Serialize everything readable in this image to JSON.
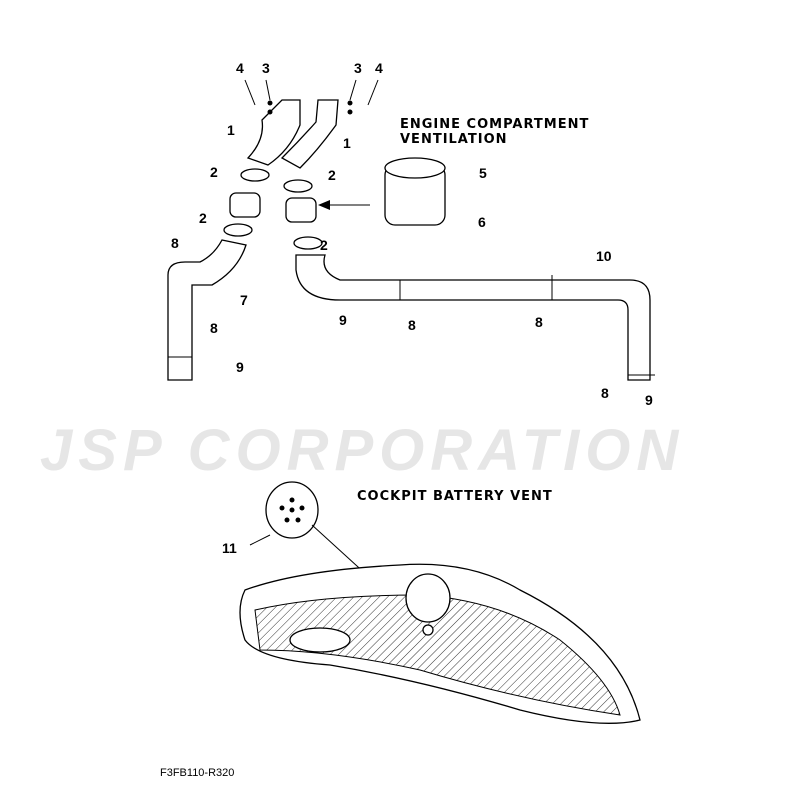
{
  "watermark": "JSP CORPORATION",
  "section_titles": {
    "engine_line1": "ENGINE COMPARTMENT",
    "engine_line2": "VENTILATION",
    "battery": "COCKPIT BATTERY VENT"
  },
  "callouts": [
    "4",
    "3",
    "3",
    "4",
    "1",
    "1",
    "2",
    "2",
    "5",
    "2",
    "6",
    "2",
    "8",
    "7",
    "10",
    "9",
    "8",
    "8",
    "8",
    "9",
    "8",
    "9",
    "11"
  ],
  "diagram_code": "F3FB110-R320"
}
